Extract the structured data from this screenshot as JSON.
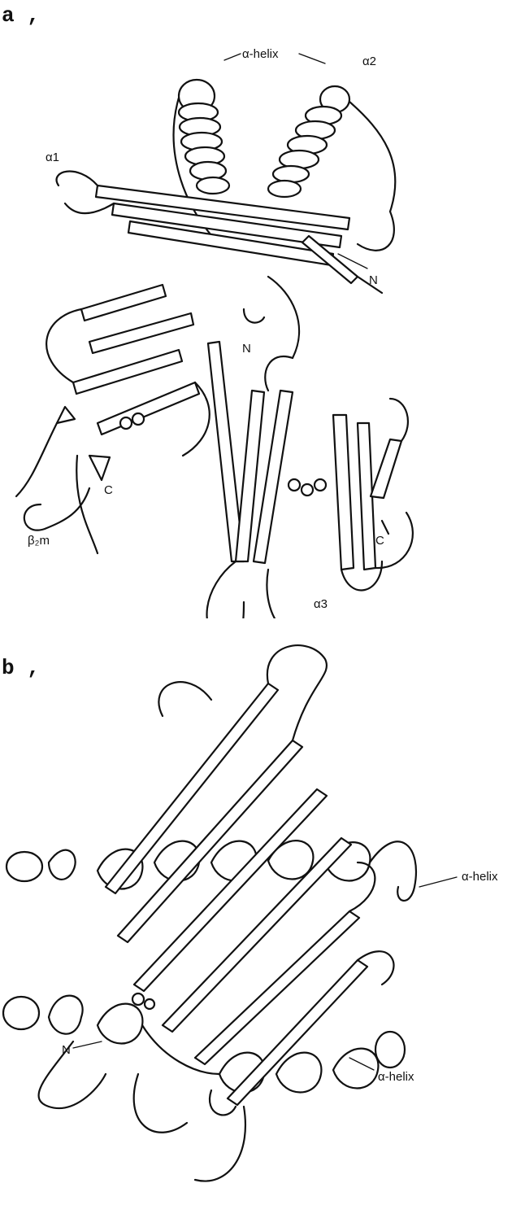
{
  "panel_a": {
    "panel_label": "a ,",
    "labels": {
      "alpha_helix": "α-helix",
      "alpha1": "α1",
      "alpha2": "α2",
      "n_upper": "N",
      "n_middle": "N",
      "c_left": "C",
      "c_right": "C",
      "beta2m": "β₂m",
      "alpha3": "α3"
    }
  },
  "panel_b": {
    "panel_label": "b ,",
    "labels": {
      "alpha_helix_upper": "α-helix",
      "alpha_helix_lower": "α-helix",
      "n_terminus": "N"
    }
  }
}
